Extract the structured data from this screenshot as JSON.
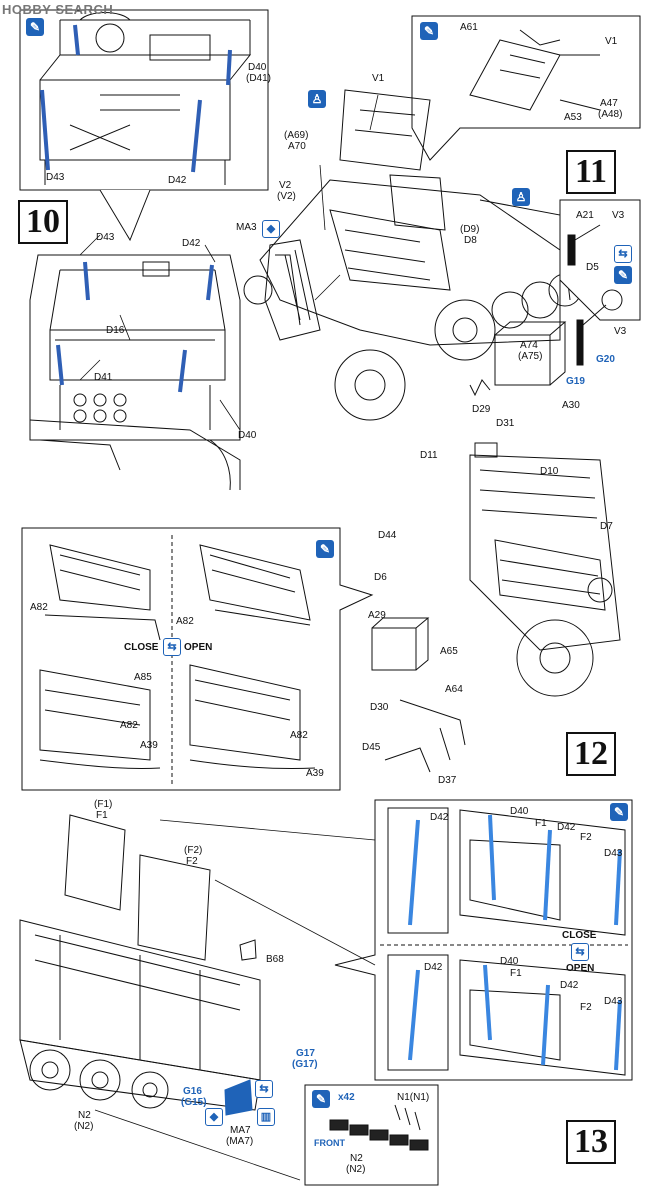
{
  "watermark": "HOBBY SEARCH",
  "steps": {
    "s10": "10",
    "s11": "11",
    "s12": "12",
    "s13": "13"
  },
  "labels": {
    "d40_d41_top": "D40",
    "d41_paren_top": "(D41)",
    "d43_top": "D43",
    "d42_top": "D42",
    "d43_mid": "D43",
    "d42_mid": "D42",
    "d16": "D16",
    "d41": "D41",
    "d40": "D40",
    "a61": "A61",
    "v1_inset": "V1",
    "a47": "A47",
    "a48": "(A48)",
    "a53": "A53",
    "v1": "V1",
    "a69": "(A69)",
    "a70": "A70",
    "v2": "V2",
    "v2p": "(V2)",
    "ma3": "MA3",
    "d9": "(D9)",
    "d8": "D8",
    "a21": "A21",
    "v3a": "V3",
    "d5": "D5",
    "v3b": "V3",
    "a74": "A74",
    "a75": "(A75)",
    "g20": "G20",
    "g19": "G19",
    "d29": "D29",
    "a30": "A30",
    "d11": "D11",
    "d31": "D31",
    "d10": "D10",
    "d7": "D7",
    "d44": "D44",
    "d6": "D6",
    "a29": "A29",
    "a65": "A65",
    "a64": "A64",
    "d30": "D30",
    "d45": "D45",
    "d37": "D37",
    "a82_1": "A82",
    "a82_2": "A82",
    "a85": "A85",
    "a82_3": "A82",
    "a39_1": "A39",
    "a82_4": "A82",
    "a39_2": "A39",
    "close12": "CLOSE",
    "open12": "OPEN",
    "f1p": "(F1)",
    "f1": "F1",
    "f2p": "(F2)",
    "f2": "F2",
    "b68": "B68",
    "g17": "G17",
    "g17p": "(G17)",
    "g16": "G16",
    "g15": "(G15)",
    "ma7": "MA7",
    "ma7p": "(MA7)",
    "n2": "N2",
    "n2p": "(N2)",
    "n1": "N1(N1)",
    "x42": "x42",
    "front": "FRONT",
    "n2b": "N2",
    "n2bp": "(N2)",
    "d42_r1": "D42",
    "d40_r1": "D40",
    "f1_r1": "F1",
    "d42_r1b": "D42",
    "f2_r1": "F2",
    "d43_r1": "D43",
    "close13": "CLOSE",
    "open13": "OPEN",
    "d42_r2": "D42",
    "d40_r2": "D40",
    "f1_r2": "F1",
    "d42_r2b": "D42",
    "f2_r2": "F2",
    "d43_r2": "D43"
  },
  "colors": {
    "accent": "#1f63b8",
    "line": "#111111",
    "paint": "#2f5fb5"
  }
}
